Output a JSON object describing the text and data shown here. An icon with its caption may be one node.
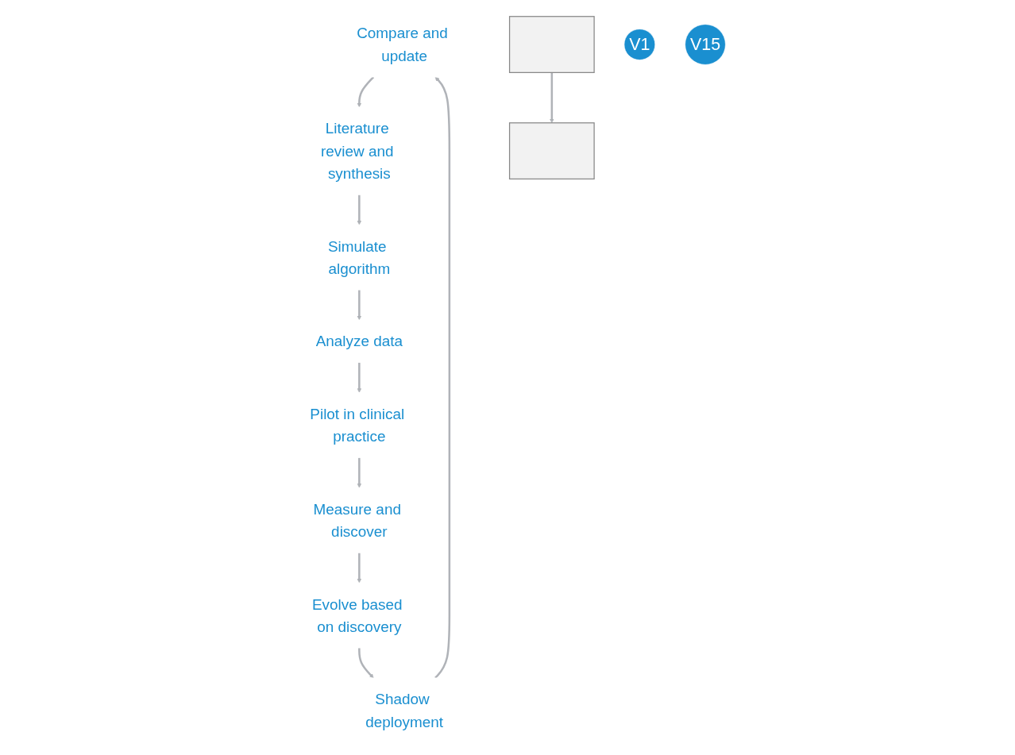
{
  "diagram": {
    "nodes": [
      {
        "text": [
          "Compare and update"
        ]
      },
      {
        "text": [
          "Literature review and synthesis"
        ]
      },
      {
        "text": [
          "Simulate algorithm"
        ]
      },
      {
        "text": [
          "Analyze data"
        ]
      },
      {
        "text": [
          "Pilot in clinical practice"
        ]
      },
      {
        "text": [
          "Measure and discover"
        ]
      },
      {
        "text": [
          "Evolve based on discovery"
        ]
      },
      {
        "text": [
          "Shadow deployment"
        ]
      },
      {
        "text": [],
        "shape": "box"
      },
      {
        "text": [
          "V1"
        ]
      },
      {
        "text": [],
        "shape": "box"
      },
      {
        "text": [
          "V15"
        ]
      }
    ],
    "edges": [
      {
        "from": 0,
        "to": 1,
        "arrow": "to"
      },
      {
        "from": 1,
        "to": 2,
        "arrow": "to"
      },
      {
        "from": 2,
        "to": 3,
        "arrow": "to"
      },
      {
        "from": 3,
        "to": 4,
        "arrow": "to"
      },
      {
        "from": 4,
        "to": 5,
        "arrow": "to"
      },
      {
        "from": 5,
        "to": 6,
        "arrow": "to"
      },
      {
        "from": 6,
        "to": 7,
        "arrow": "to"
      },
      {
        "from": 7,
        "to": 0,
        "arrow": "to"
      },
      {
        "from": 8,
        "to": 10,
        "arrow": "to"
      }
    ]
  }
}
